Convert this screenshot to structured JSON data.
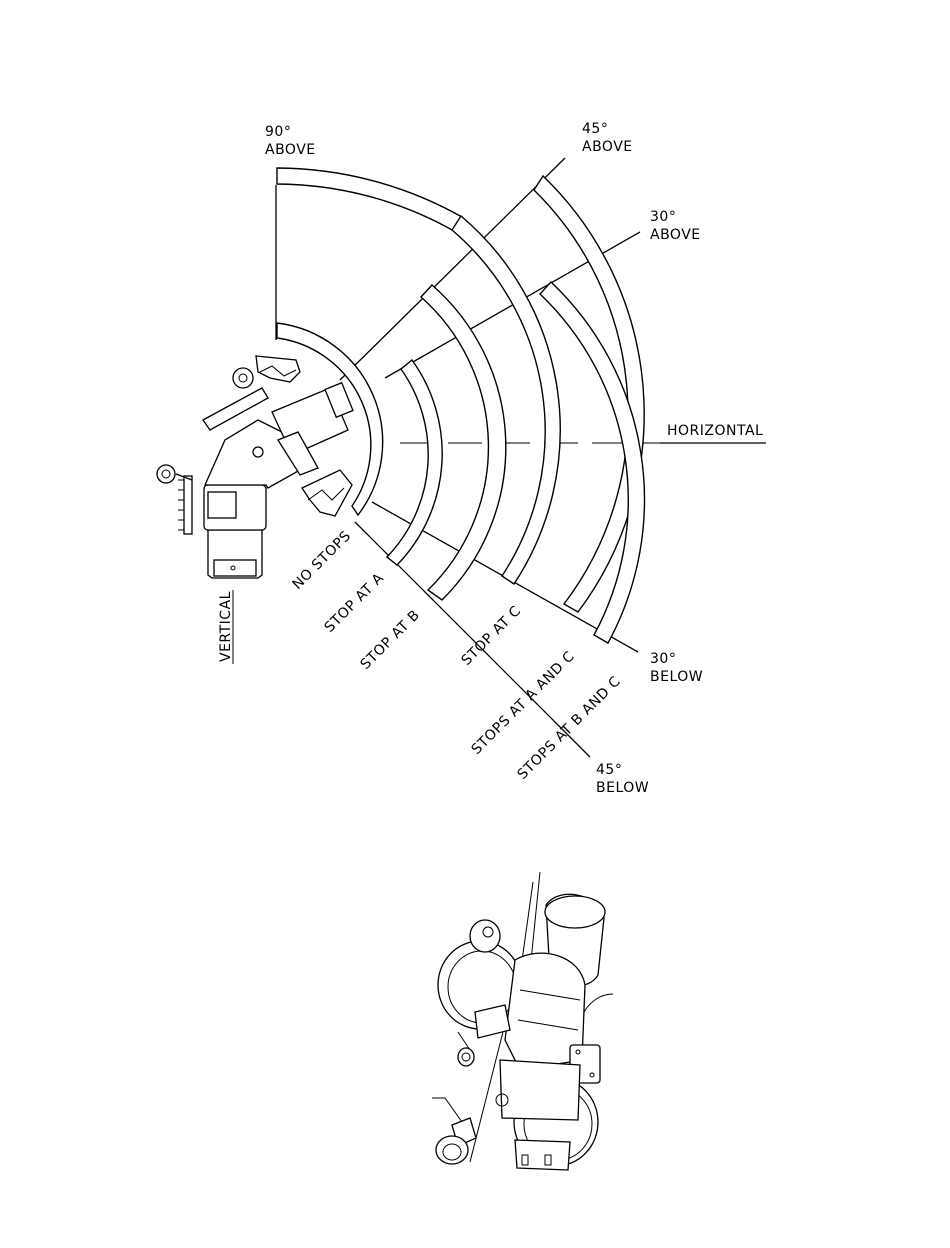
{
  "angle_labels": {
    "above_90": [
      "90°",
      "ABOVE"
    ],
    "above_45": [
      "45°",
      "ABOVE"
    ],
    "above_30": [
      "30°",
      "ABOVE"
    ],
    "horizontal": "HORIZONTAL",
    "below_30": [
      "30°",
      "BELOW"
    ],
    "below_45": [
      "45°",
      "BELOW"
    ],
    "vertical": "VERTICAL"
  },
  "stop_labels": [
    "NO STOPS",
    "STOP AT A",
    "STOP AT B",
    "STOP AT C",
    "STOPS AT A AND C",
    "STOPS AT B AND C"
  ]
}
